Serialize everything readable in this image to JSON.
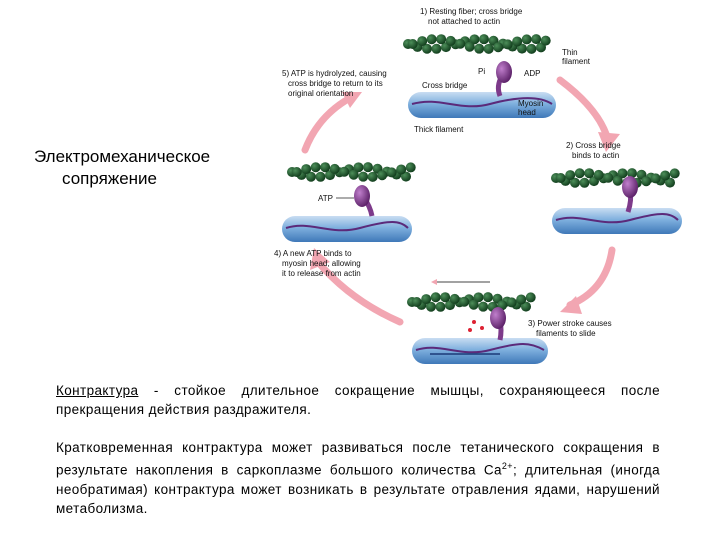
{
  "title": {
    "line1": "Электромеханическое",
    "line2": "сопряжение"
  },
  "paragraph1": {
    "term": "Контрактура",
    "text": " - стойкое длительное сокращение мышцы, сохраняющееся после прекращения действия раздражителя."
  },
  "paragraph2": {
    "text_before": "Кратковременная контрактура может развиваться после тетанического сокращения в результате накопления в саркоплазме большого количества Ca",
    "superscript": "2+",
    "text_after": "; длительная (иногда необратимая) контрактура может возникать в результате отравления ядами, нарушений метаболизма."
  },
  "diagram": {
    "step1": [
      "1) Resting fiber; cross bridge",
      "not attached to actin"
    ],
    "thin_filament": [
      "Thin",
      "filament"
    ],
    "pi": "Pi",
    "adp": "ADP",
    "cross_bridge": "Cross bridge",
    "myosin_head": [
      "Myosin",
      "head"
    ],
    "thick_filament": "Thick filament",
    "step2": [
      "2) Cross bridge",
      "binds to actin"
    ],
    "step3": [
      "3) Power stroke causes",
      "filaments to slide"
    ],
    "step4": [
      "4) A new ATP binds to",
      "myosin head, allowing",
      "it to release from actin"
    ],
    "atp": "ATP",
    "step5": [
      "5) ATP is hydrolyzed, causing",
      "cross bridge to return to its",
      "original orientation"
    ],
    "colors": {
      "actin": "#1f5a2c",
      "thick": "#6b9fd4",
      "myosin": "#7d3a8a",
      "cycle_arrow": "#f2a6b2"
    }
  }
}
